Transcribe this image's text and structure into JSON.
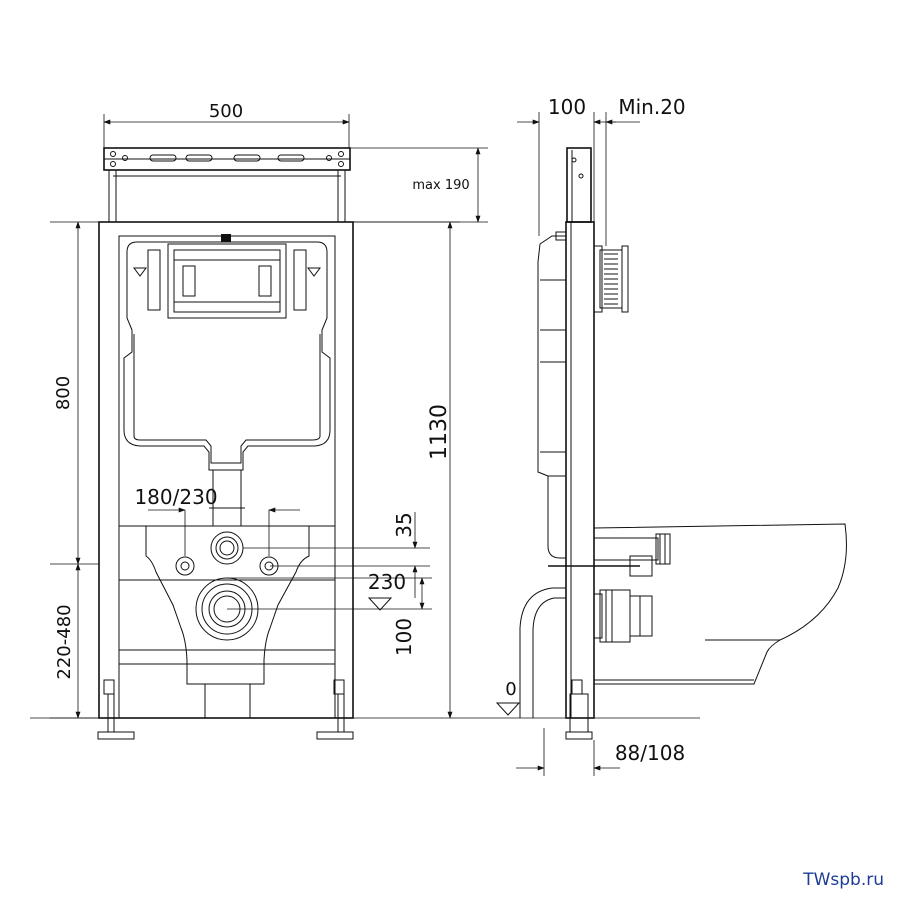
{
  "front_view": {
    "width": "500",
    "adjust": "max 190",
    "height_frame": "800",
    "height_total": "1130",
    "mount_spacing": "180/230",
    "offset_small": "35",
    "outlet_height": "230",
    "outlet_diameter": "100",
    "leg_range": "220-480"
  },
  "side_view": {
    "depth": "100",
    "min_gap": "Min.20",
    "floor_level": "0",
    "outlet_depth": "88/108"
  },
  "watermark": "TWspb.ru",
  "colors": {
    "line": "#111111",
    "watermark": "#1e3c96"
  }
}
